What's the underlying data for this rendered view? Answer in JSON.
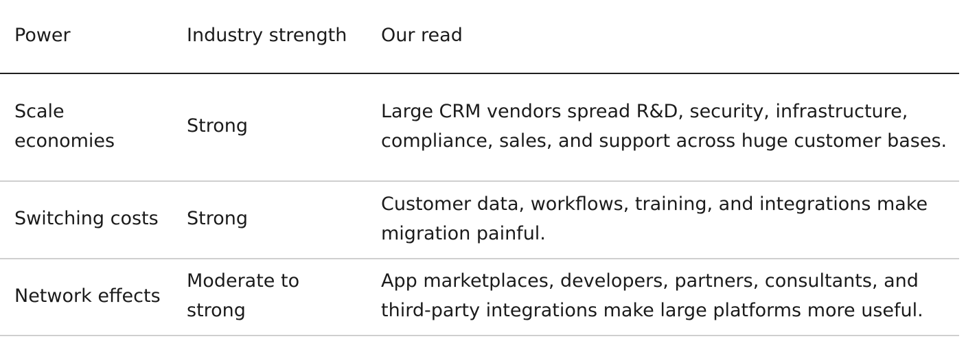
{
  "table": {
    "headers": [
      "Power",
      "Industry strength",
      "Our read"
    ],
    "rows": [
      {
        "power": "Scale economies",
        "strength": "Strong",
        "read": "Large CRM vendors spread R&D, security, infrastructure, compliance, sales, and support across huge customer bases."
      },
      {
        "power": "Switching costs",
        "strength": "Strong",
        "read": "Customer data, workflows, training, and integrations make migration painful."
      },
      {
        "power": "Network effects",
        "strength": "Moderate to strong",
        "read": "App marketplaces, developers, partners, consultants, and third-party integrations make large platforms more useful."
      }
    ]
  }
}
